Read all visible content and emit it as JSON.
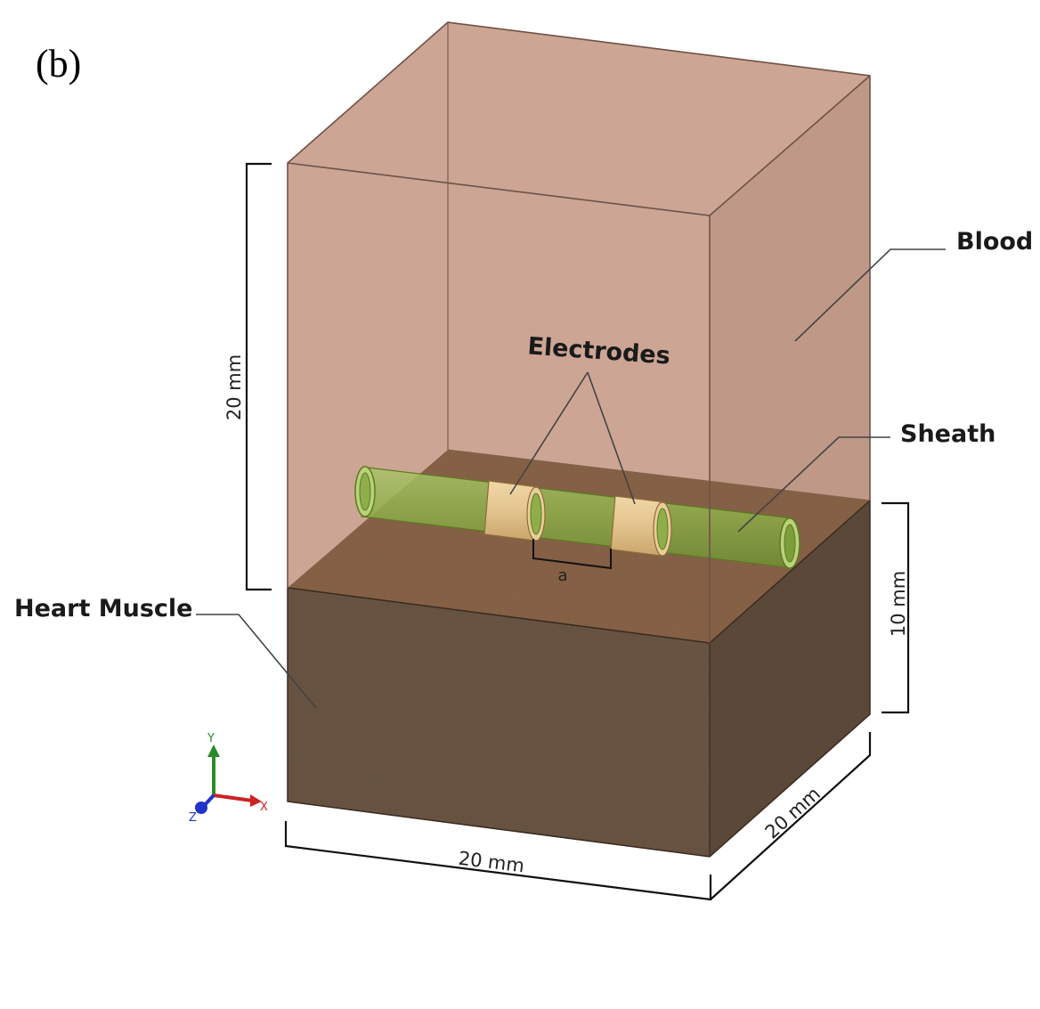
{
  "panel_label": "(b)",
  "labels": {
    "blood": "Blood",
    "electrodes": "Electrodes",
    "sheath": "Sheath",
    "heart_muscle": "Heart Muscle",
    "spacing": "a"
  },
  "dimensions": {
    "blood_height": "20 mm",
    "muscle_height": "10 mm",
    "width": "20 mm",
    "depth": "20 mm"
  },
  "axes": {
    "x": "X",
    "y": "Y",
    "z": "Z"
  },
  "colors": {
    "blood": "#c9a08e",
    "muscle_top": "#8a6448",
    "muscle_front": "#6b5644",
    "muscle_side": "#5e4b3b",
    "sheath": "#8fae4a",
    "electrode": "#e3c48e",
    "axis_x": "#cc2222",
    "axis_y": "#2a8a2a",
    "axis_z": "#2233cc"
  }
}
